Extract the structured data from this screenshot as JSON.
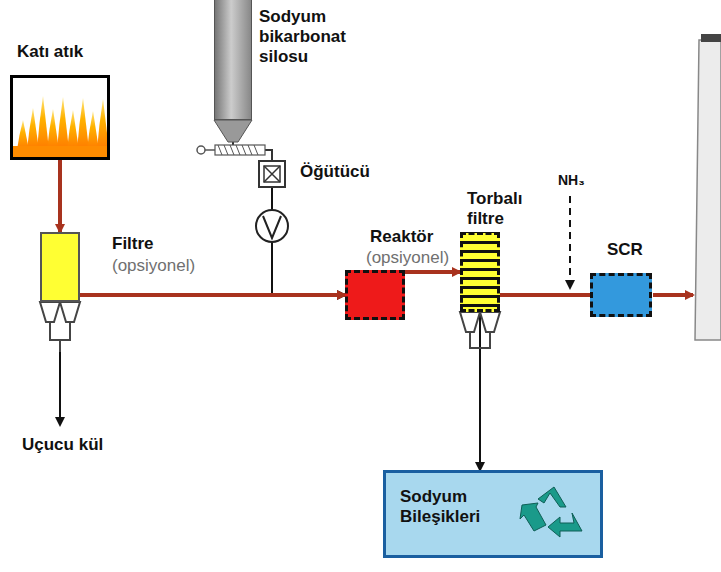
{
  "diagram": {
    "nodes": [
      {
        "text": [
          "Katı atık"
        ]
      },
      {
        "text": [
          "Filtre",
          "(opsiyonel)"
        ]
      },
      {
        "text": [
          "Sodyum bikarbonat silosu"
        ]
      },
      {
        "text": [
          "Öğütücü"
        ]
      },
      {
        "text": [
          "Reaktör",
          "(opsiyonel)"
        ]
      },
      {
        "text": [
          "Torbalı filtre"
        ]
      },
      {
        "text": [
          "SCR"
        ]
      },
      {
        "text": [
          "Sodyum Bileşikleri"
        ]
      }
    ],
    "edges": [
      {
        "from": 0,
        "to": 1,
        "arrow": "to"
      },
      {
        "from": 2,
        "to": 3,
        "arrow": "none"
      },
      {
        "from": 3,
        "to": 4,
        "arrow": "to"
      },
      {
        "from": 1,
        "to": 4,
        "arrow": "to"
      },
      {
        "from": 4,
        "to": 5,
        "arrow": "to"
      },
      {
        "from": 5,
        "to": 7,
        "arrow": "to"
      },
      {
        "from": 5,
        "to": 6,
        "arrow": "none"
      }
    ],
    "labels": [
      "Uçucu kül",
      "NH₃"
    ]
  }
}
